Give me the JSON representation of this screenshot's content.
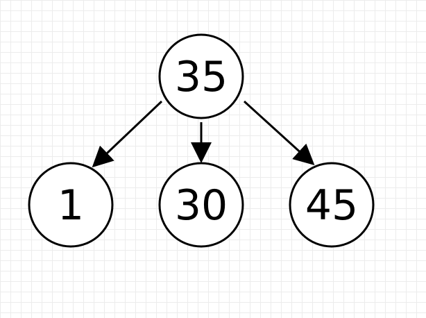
{
  "tree": {
    "root": {
      "label": "35"
    },
    "children": [
      {
        "label": "1"
      },
      {
        "label": "30"
      },
      {
        "label": "45"
      }
    ]
  },
  "colors": {
    "background": "#ffffff",
    "grid": "#ececec",
    "node_fill": "#ffffff",
    "node_stroke": "#000000",
    "edge": "#000000",
    "text": "#000000"
  }
}
